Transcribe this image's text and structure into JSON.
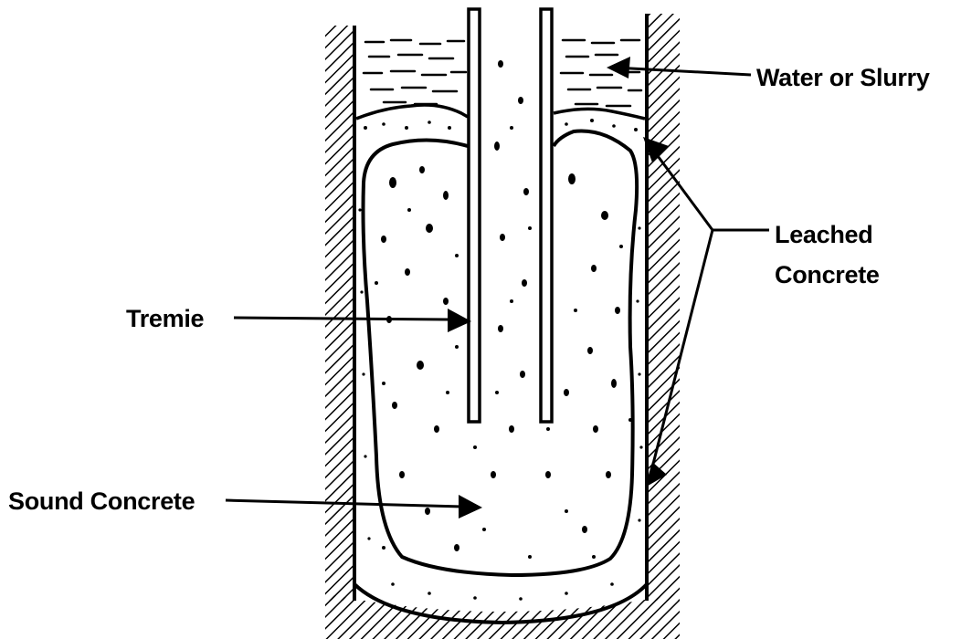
{
  "diagram": {
    "labels": {
      "water": "Water or Slurry",
      "leached_line1": "Leached",
      "leached_line2": "Concrete",
      "tremie": "Tremie",
      "sound": "Sound Concrete"
    }
  }
}
